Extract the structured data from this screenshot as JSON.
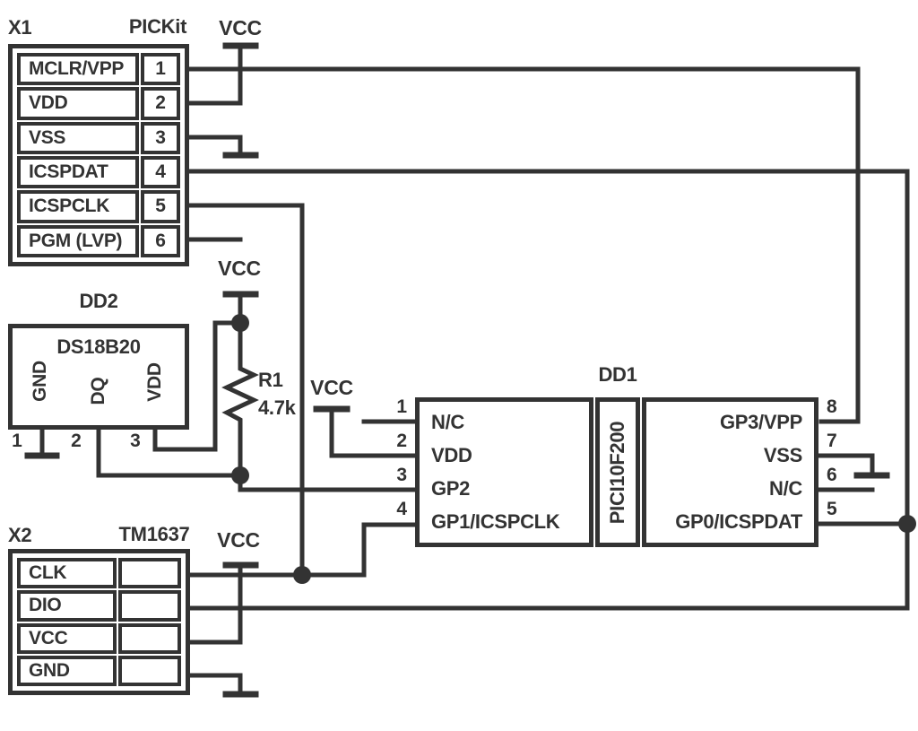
{
  "colors": {
    "ink": "#333333",
    "background": "#ffffff"
  },
  "net_labels": {
    "vcc": "VCC"
  },
  "x1": {
    "ref": "X1",
    "part": "PICKit",
    "rows": [
      {
        "name": "MCLR/VPP",
        "pin": "1"
      },
      {
        "name": "VDD",
        "pin": "2"
      },
      {
        "name": "VSS",
        "pin": "3"
      },
      {
        "name": "ICSPDAT",
        "pin": "4"
      },
      {
        "name": "ICSPCLK",
        "pin": "5"
      },
      {
        "name": "PGM (LVP)",
        "pin": "6"
      }
    ]
  },
  "dd2": {
    "ref": "DD2",
    "part": "DS18B20",
    "pins": [
      {
        "num": "1",
        "name": "GND"
      },
      {
        "num": "2",
        "name": "DQ"
      },
      {
        "num": "3",
        "name": "VDD"
      }
    ]
  },
  "r1": {
    "ref": "R1",
    "value": "4.7k"
  },
  "dd1": {
    "ref": "DD1",
    "part": "PICI10F200",
    "left_pins": [
      {
        "num": "1",
        "name": "N/C"
      },
      {
        "num": "2",
        "name": "VDD"
      },
      {
        "num": "3",
        "name": "GP2"
      },
      {
        "num": "4",
        "name": "GP1/ICSPCLK"
      }
    ],
    "right_pins": [
      {
        "num": "8",
        "name": "GP3/VPP"
      },
      {
        "num": "7",
        "name": "VSS"
      },
      {
        "num": "6",
        "name": "N/C"
      },
      {
        "num": "5",
        "name": "GP0/ICSPDAT"
      }
    ]
  },
  "x2": {
    "ref": "X2",
    "part": "TM1637",
    "rows": [
      {
        "name": "CLK"
      },
      {
        "name": "DIO"
      },
      {
        "name": "VCC"
      },
      {
        "name": "GND"
      }
    ]
  }
}
